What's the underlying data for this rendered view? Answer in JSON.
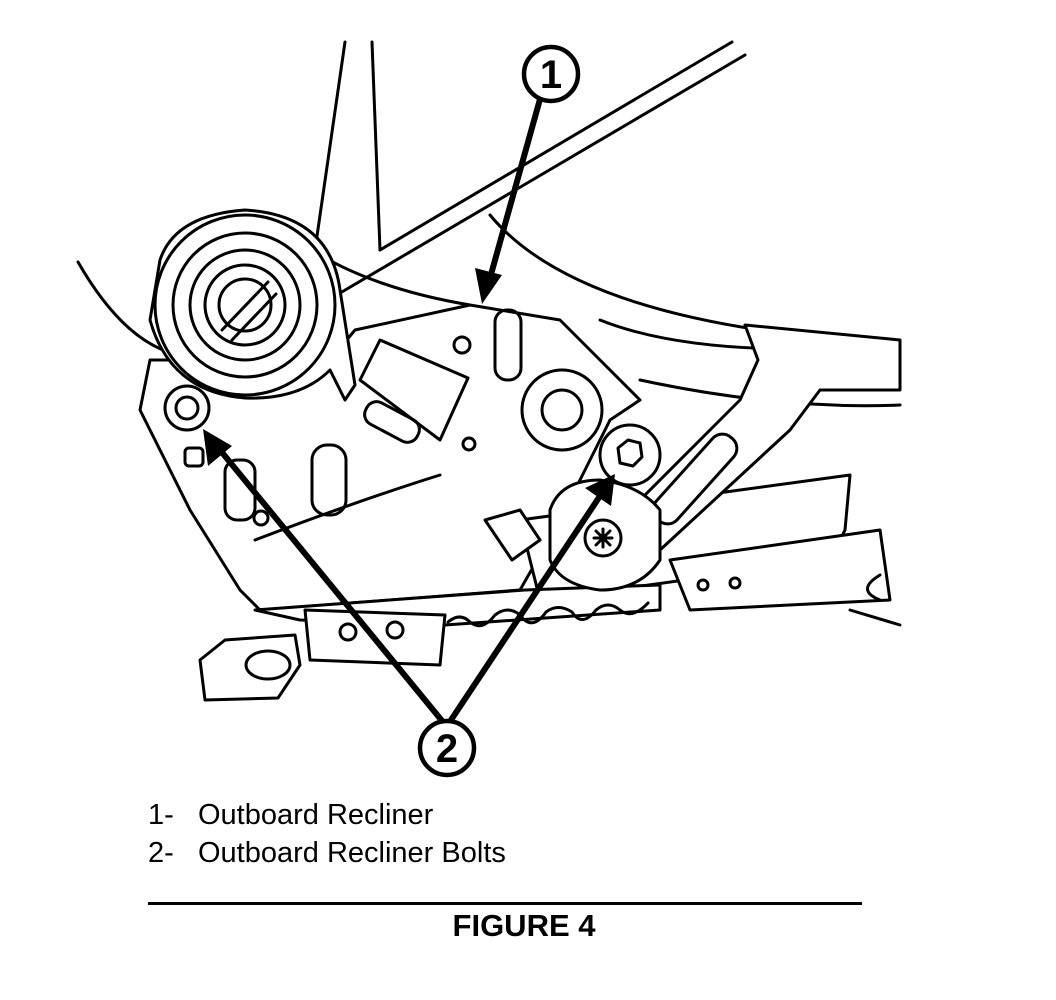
{
  "diagram": {
    "callouts": [
      {
        "id": "1",
        "label": "1"
      },
      {
        "id": "2",
        "label": "2"
      }
    ]
  },
  "legend": [
    {
      "num": "1-",
      "text": "Outboard Recliner"
    },
    {
      "num": "2-",
      "text": "Outboard Recliner Bolts"
    }
  ],
  "caption": "FIGURE 4"
}
